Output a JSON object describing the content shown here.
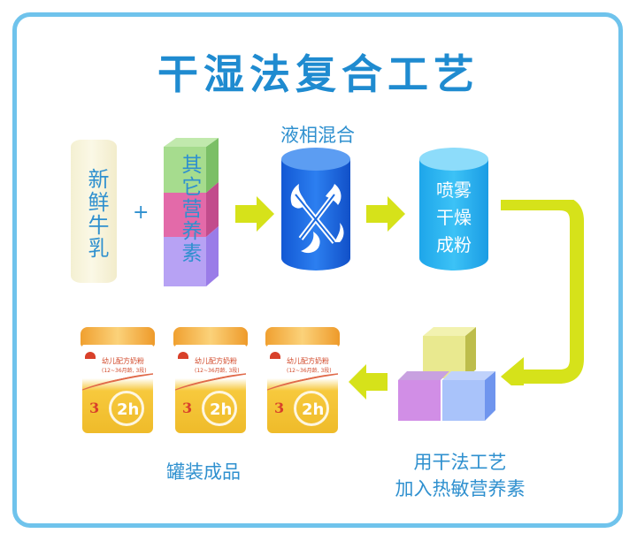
{
  "title": "干湿法复合工艺",
  "colors": {
    "title_text": "#1f8bd0",
    "label_text": "#2f90cf",
    "frame_border": "#6fc3ec",
    "arrow": "#d6e21a",
    "mix_cylinder": "#1a6ae0",
    "dry_cylinder": "#29b2ee"
  },
  "steps": {
    "fresh_milk": {
      "label": "新鲜牛乳"
    },
    "plus": "+",
    "other_nutrients": {
      "label": "其它营养素",
      "cube_colors": [
        "#a6dc8e",
        "#e36aa9",
        "#b7a2f4"
      ]
    },
    "liquid_mixing": {
      "label": "液相混合",
      "icon": "crossed-flames-icon"
    },
    "spray_drying": {
      "lines": [
        "喷雾",
        "干燥",
        "成粉"
      ]
    },
    "dry_add": {
      "lines": [
        "用干法工艺",
        "加入热敏营养素"
      ],
      "cube_colors": [
        "#e9e98f",
        "#d18ee6",
        "#a9c3fa"
      ]
    },
    "canned_product": {
      "label": "罐装成品"
    }
  },
  "cans": [
    {
      "product": "幼儿配方奶粉",
      "age": "(12~36月龄, 3段)",
      "stage": "3",
      "badge": "2h"
    },
    {
      "product": "幼儿配方奶粉",
      "age": "(12~36月龄, 3段)",
      "stage": "3",
      "badge": "2h"
    },
    {
      "product": "幼儿配方奶粉",
      "age": "(12~36月龄, 3段)",
      "stage": "3",
      "badge": "2h"
    }
  ]
}
